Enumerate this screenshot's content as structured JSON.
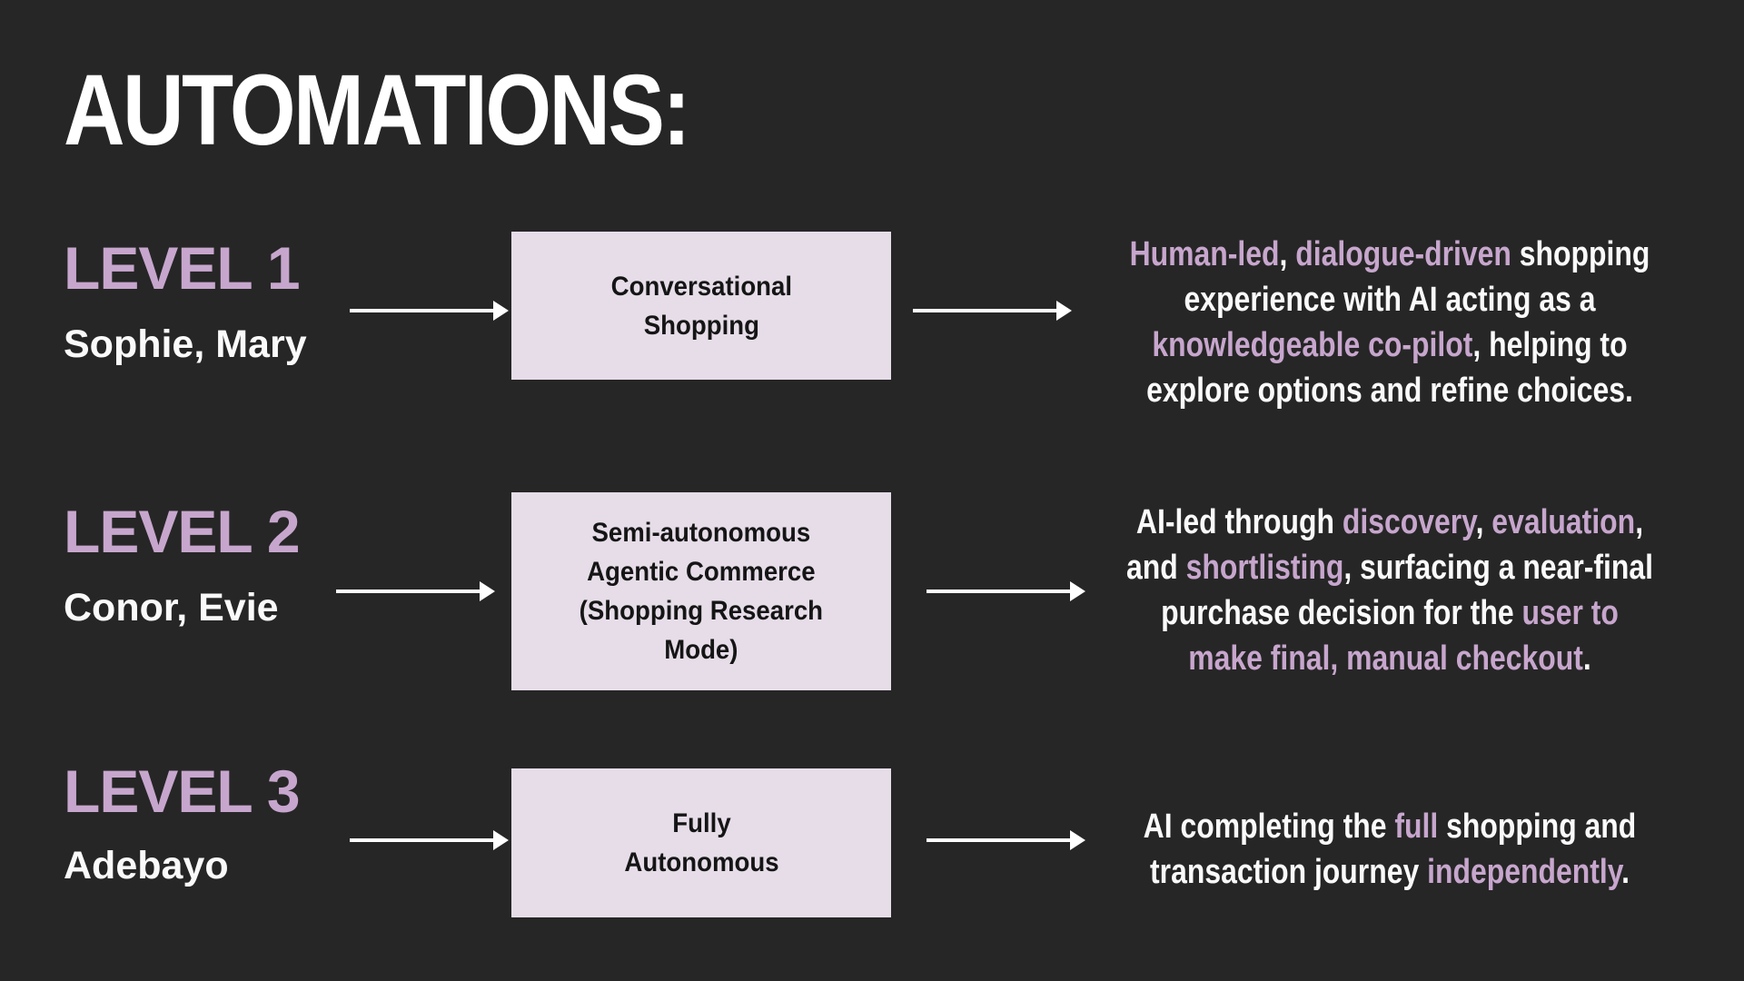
{
  "colors": {
    "background": "#262626",
    "accent": "#C7A6CD",
    "box_fill": "#E6DDE9",
    "box_text": "#151515",
    "body_text": "#FAFAFA",
    "arrow": "#FFFFFF"
  },
  "title": "AUTOMATIONS:",
  "levels": [
    {
      "label": "LEVEL 1",
      "names": "Sophie, Mary",
      "box_lines": [
        "Conversational",
        "Shopping"
      ],
      "desc": [
        [
          {
            "t": "Human-led",
            "c": "a"
          },
          {
            "t": ", ",
            "c": "w"
          },
          {
            "t": "dialogue-driven",
            "c": "a"
          },
          {
            "t": " shopping",
            "c": "w"
          }
        ],
        [
          {
            "t": "experience with AI acting as a",
            "c": "w"
          }
        ],
        [
          {
            "t": "knowledgeable co-pilot",
            "c": "a"
          },
          {
            "t": ", helping to",
            "c": "w"
          }
        ],
        [
          {
            "t": "explore options and refine choices.",
            "c": "w"
          }
        ]
      ]
    },
    {
      "label": "LEVEL 2",
      "names": "Conor, Evie",
      "box_lines": [
        "Semi-autonomous",
        "Agentic Commerce",
        "(Shopping Research",
        "Mode)"
      ],
      "desc": [
        [
          {
            "t": "AI-led through ",
            "c": "w"
          },
          {
            "t": "discovery",
            "c": "a"
          },
          {
            "t": ", ",
            "c": "w"
          },
          {
            "t": "evaluation",
            "c": "a"
          },
          {
            "t": ",",
            "c": "w"
          }
        ],
        [
          {
            "t": "and ",
            "c": "w"
          },
          {
            "t": "shortlisting",
            "c": "a"
          },
          {
            "t": ", surfacing a near-final",
            "c": "w"
          }
        ],
        [
          {
            "t": "purchase decision for the ",
            "c": "w"
          },
          {
            "t": "user to",
            "c": "a"
          }
        ],
        [
          {
            "t": "make final, manual checkout",
            "c": "a"
          },
          {
            "t": ".",
            "c": "w"
          }
        ]
      ]
    },
    {
      "label": "LEVEL 3",
      "names": "Adebayo",
      "box_lines": [
        "Fully",
        "Autonomous"
      ],
      "desc": [
        [
          {
            "t": "AI completing the ",
            "c": "w"
          },
          {
            "t": "full",
            "c": "a"
          },
          {
            "t": " shopping and",
            "c": "w"
          }
        ],
        [
          {
            "t": "transaction journey ",
            "c": "w"
          },
          {
            "t": "independently",
            "c": "a"
          },
          {
            "t": ".",
            "c": "w"
          }
        ]
      ]
    }
  ]
}
